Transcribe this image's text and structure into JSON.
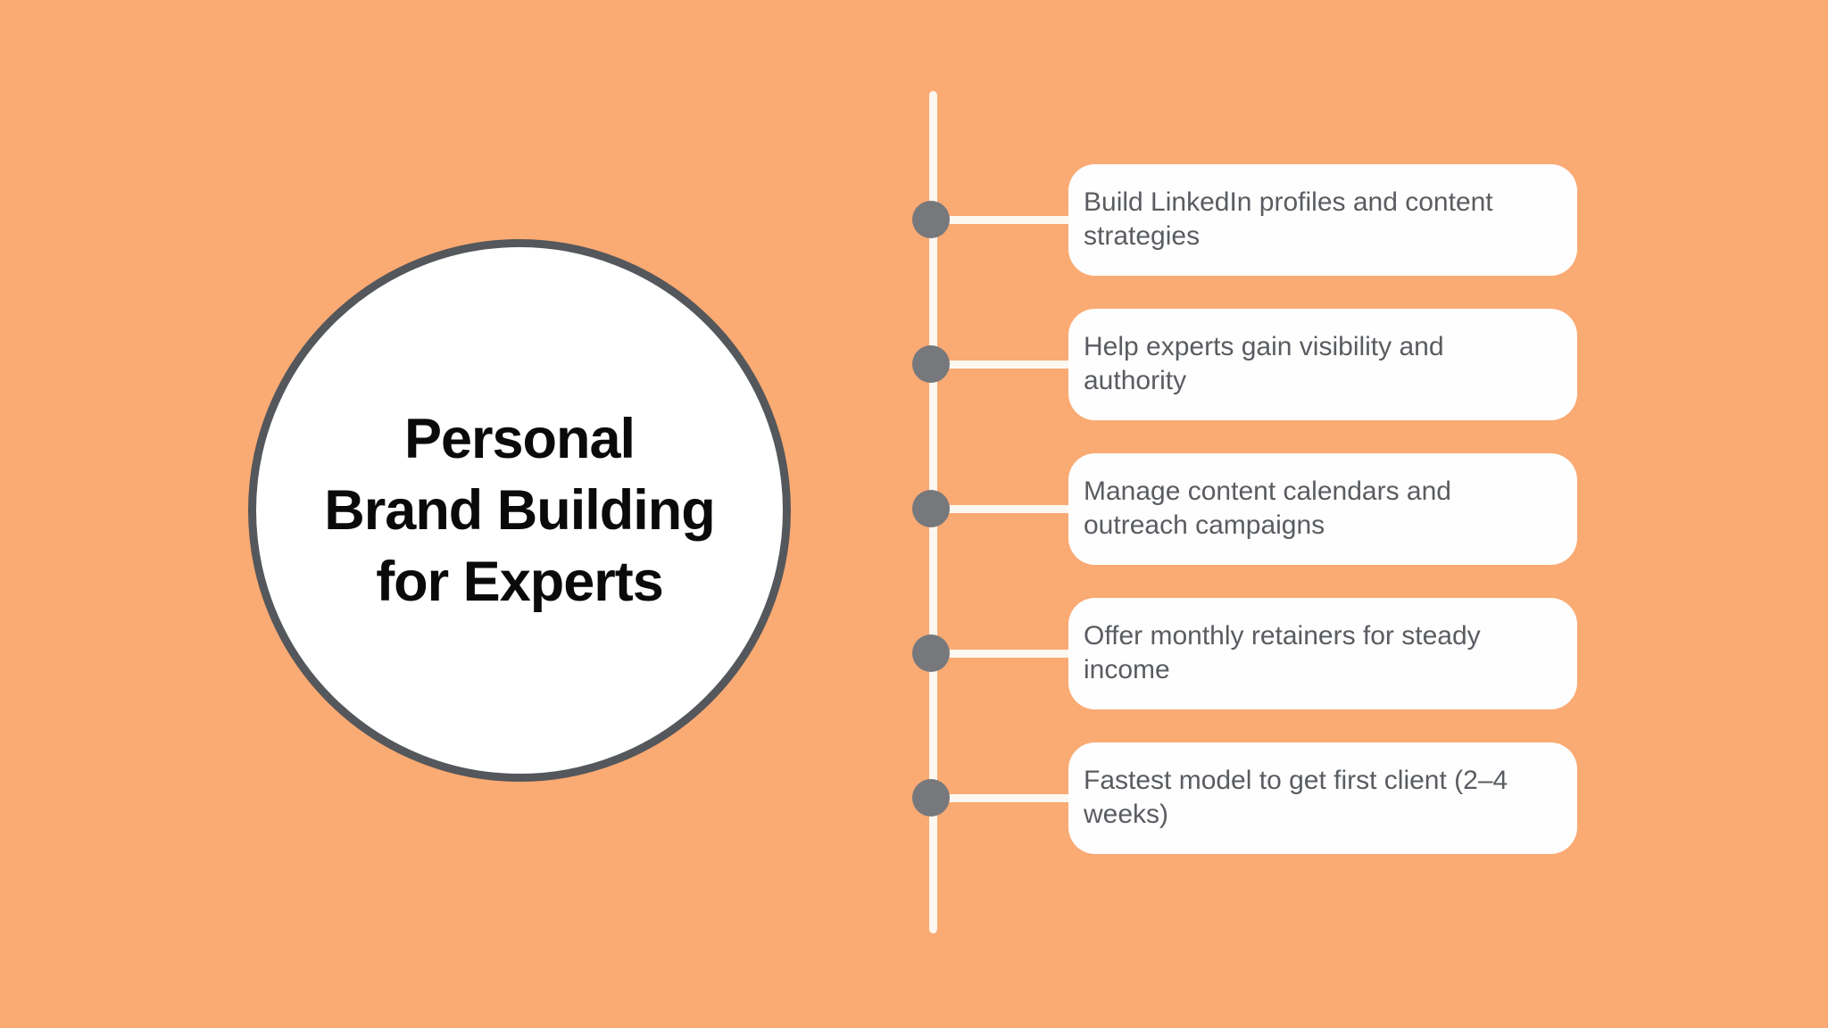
{
  "colors": {
    "background": "#FAAA73",
    "circle_fill": "#FFFFFF",
    "circle_border": "#54575B",
    "title_text": "#0A0A0A",
    "timeline_line": "#FCF7F0",
    "dot": "#76787C",
    "card_fill": "#FEFEFE",
    "card_text": "#595C60"
  },
  "circle": {
    "title_lines": [
      "Personal",
      "Brand Building",
      "for Experts"
    ]
  },
  "timeline": {
    "items": [
      {
        "text": "Build LinkedIn profiles and content strategies"
      },
      {
        "text": "Help experts gain visibility and authority"
      },
      {
        "text": "Manage content calendars and outreach campaigns"
      },
      {
        "text": "Offer monthly retainers for steady income"
      },
      {
        "text": "Fastest model to get first client (2–4 weeks)"
      }
    ]
  }
}
